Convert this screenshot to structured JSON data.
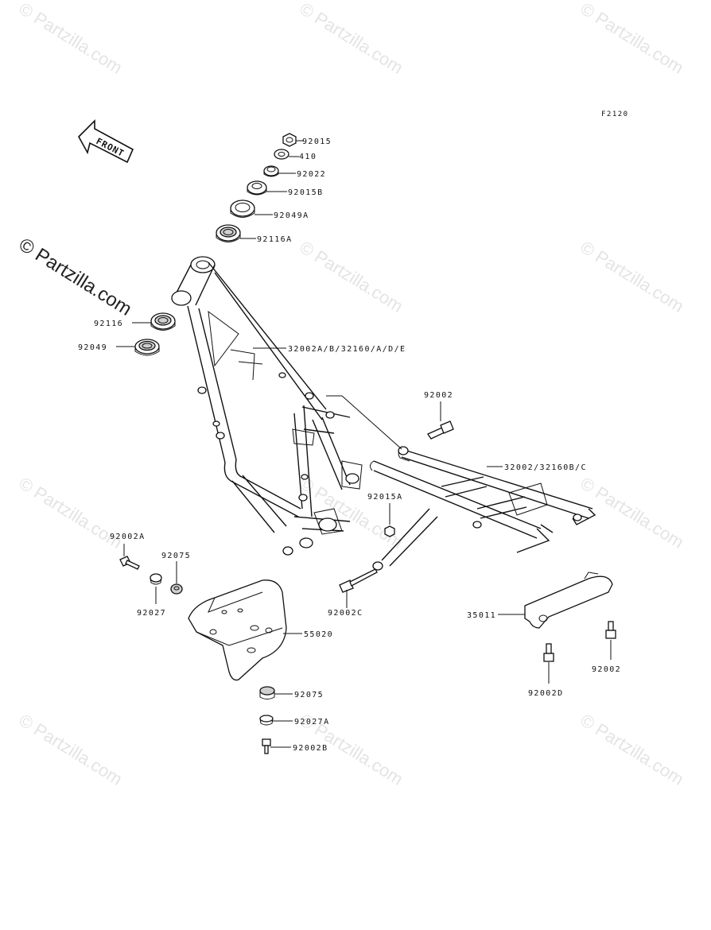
{
  "diagram_code": "F2120",
  "front_label": "FRONT",
  "watermark": "© Partzilla.com",
  "watermark_main": "© Partzilla.com",
  "labels": {
    "p92015": "92015",
    "p410": "410",
    "p92022": "92022",
    "p92015B": "92015B",
    "p92049A": "92049A",
    "p92116A": "92116A",
    "p92116": "92116",
    "p92049": "92049",
    "p32002A": "32002A/B/32160/A/D/E",
    "p92002_top": "92002",
    "p32002": "32002/32160B/C",
    "p92015A": "92015A",
    "p92002A": "92002A",
    "p92075_left": "92075",
    "p92027": "92027",
    "p92002C": "92002C",
    "p35011": "35011",
    "p55020": "55020",
    "p92002_right": "92002",
    "p92002D": "92002D",
    "p92075_bottom": "92075",
    "p92027A": "92027A",
    "p92002B": "92002B"
  }
}
